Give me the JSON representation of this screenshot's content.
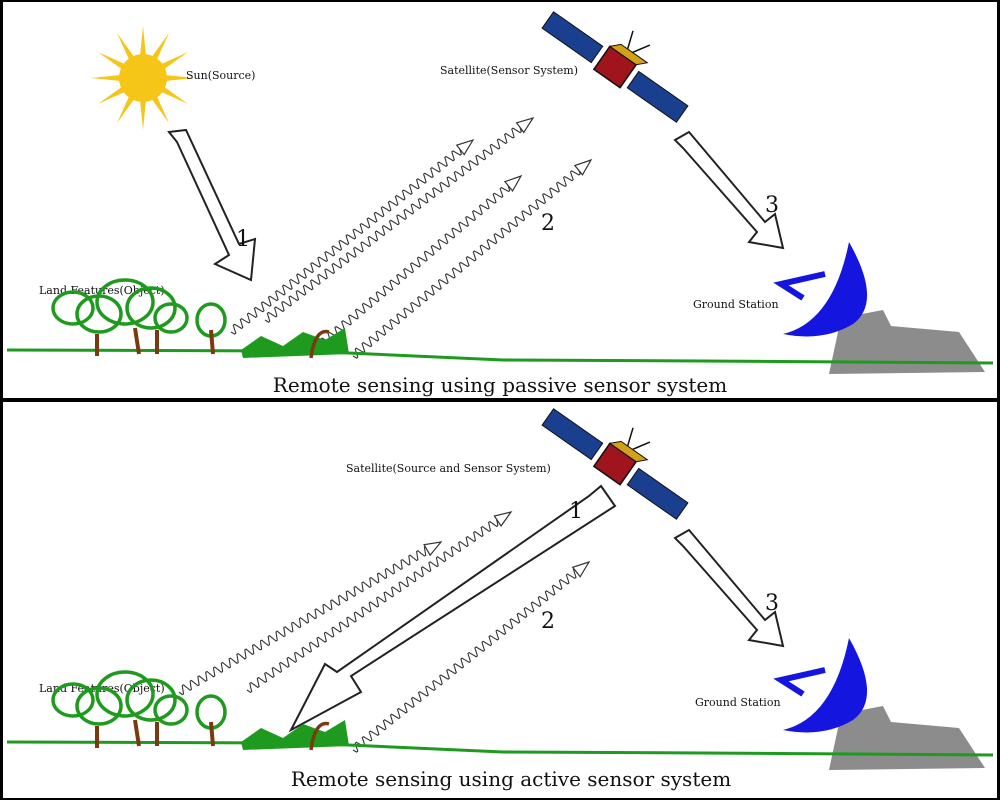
{
  "passive": {
    "sun_label": "Sun(Source)",
    "satellite_label": "Satellite(Sensor System)",
    "land_label": "Land Features(Object)",
    "ground_label": "Ground Station",
    "step1": "1",
    "step2": "2",
    "step3": "3",
    "caption": "Remote sensing using passive sensor system"
  },
  "active": {
    "satellite_label": "Satellite(Source and Sensor System)",
    "land_label": "Land Features(Object)",
    "ground_label": "Ground Station",
    "step1": "1",
    "step2": "2",
    "step3": "3",
    "caption": "Remote sensing using active sensor system"
  },
  "colors": {
    "sun": "#F5C518",
    "panel_blue": "#1B3F8F",
    "satellite_body": "#A0141E",
    "dish": "#1515E0",
    "building": "#8C8C8C",
    "vegetation": "#1E9A1E",
    "trunk": "#7A3A10"
  }
}
